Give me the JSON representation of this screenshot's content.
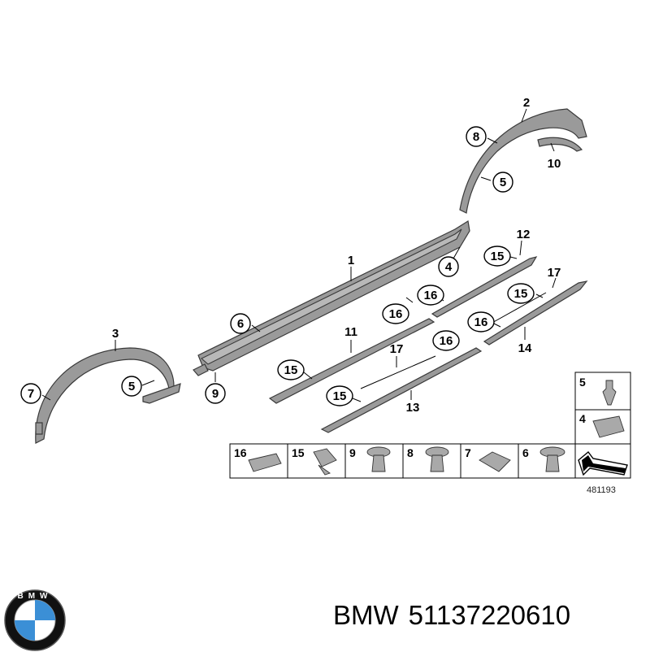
{
  "diagram": {
    "callouts": [
      {
        "id": "c1",
        "label": "1"
      },
      {
        "id": "c2",
        "label": "2"
      },
      {
        "id": "c3",
        "label": "3"
      },
      {
        "id": "c4",
        "label": "4"
      },
      {
        "id": "c5a",
        "label": "5"
      },
      {
        "id": "c5b",
        "label": "5"
      },
      {
        "id": "c6",
        "label": "6"
      },
      {
        "id": "c7",
        "label": "7"
      },
      {
        "id": "c8",
        "label": "8"
      },
      {
        "id": "c9",
        "label": "9"
      },
      {
        "id": "c10",
        "label": "10"
      },
      {
        "id": "c11",
        "label": "11"
      },
      {
        "id": "c12",
        "label": "12"
      },
      {
        "id": "c13",
        "label": "13"
      },
      {
        "id": "c14",
        "label": "14"
      },
      {
        "id": "c15a",
        "label": "15"
      },
      {
        "id": "c15b",
        "label": "15"
      },
      {
        "id": "c15c",
        "label": "15"
      },
      {
        "id": "c15d",
        "label": "15"
      },
      {
        "id": "c16a",
        "label": "16"
      },
      {
        "id": "c16b",
        "label": "16"
      },
      {
        "id": "c16c",
        "label": "16"
      },
      {
        "id": "c16d",
        "label": "16"
      },
      {
        "id": "c17a",
        "label": "17"
      },
      {
        "id": "c17b",
        "label": "17"
      }
    ],
    "legend_row": [
      "16",
      "15",
      "9",
      "8",
      "7",
      "6"
    ],
    "legend_side": [
      "5",
      "4"
    ],
    "ref_number": "481193"
  },
  "caption": {
    "brand": "BMW",
    "part_number": "51137220610"
  },
  "brand_logo": {
    "text": "BMW",
    "colors": {
      "blue": "#3b8fd6",
      "white": "#ffffff",
      "ring": "#111111"
    }
  }
}
